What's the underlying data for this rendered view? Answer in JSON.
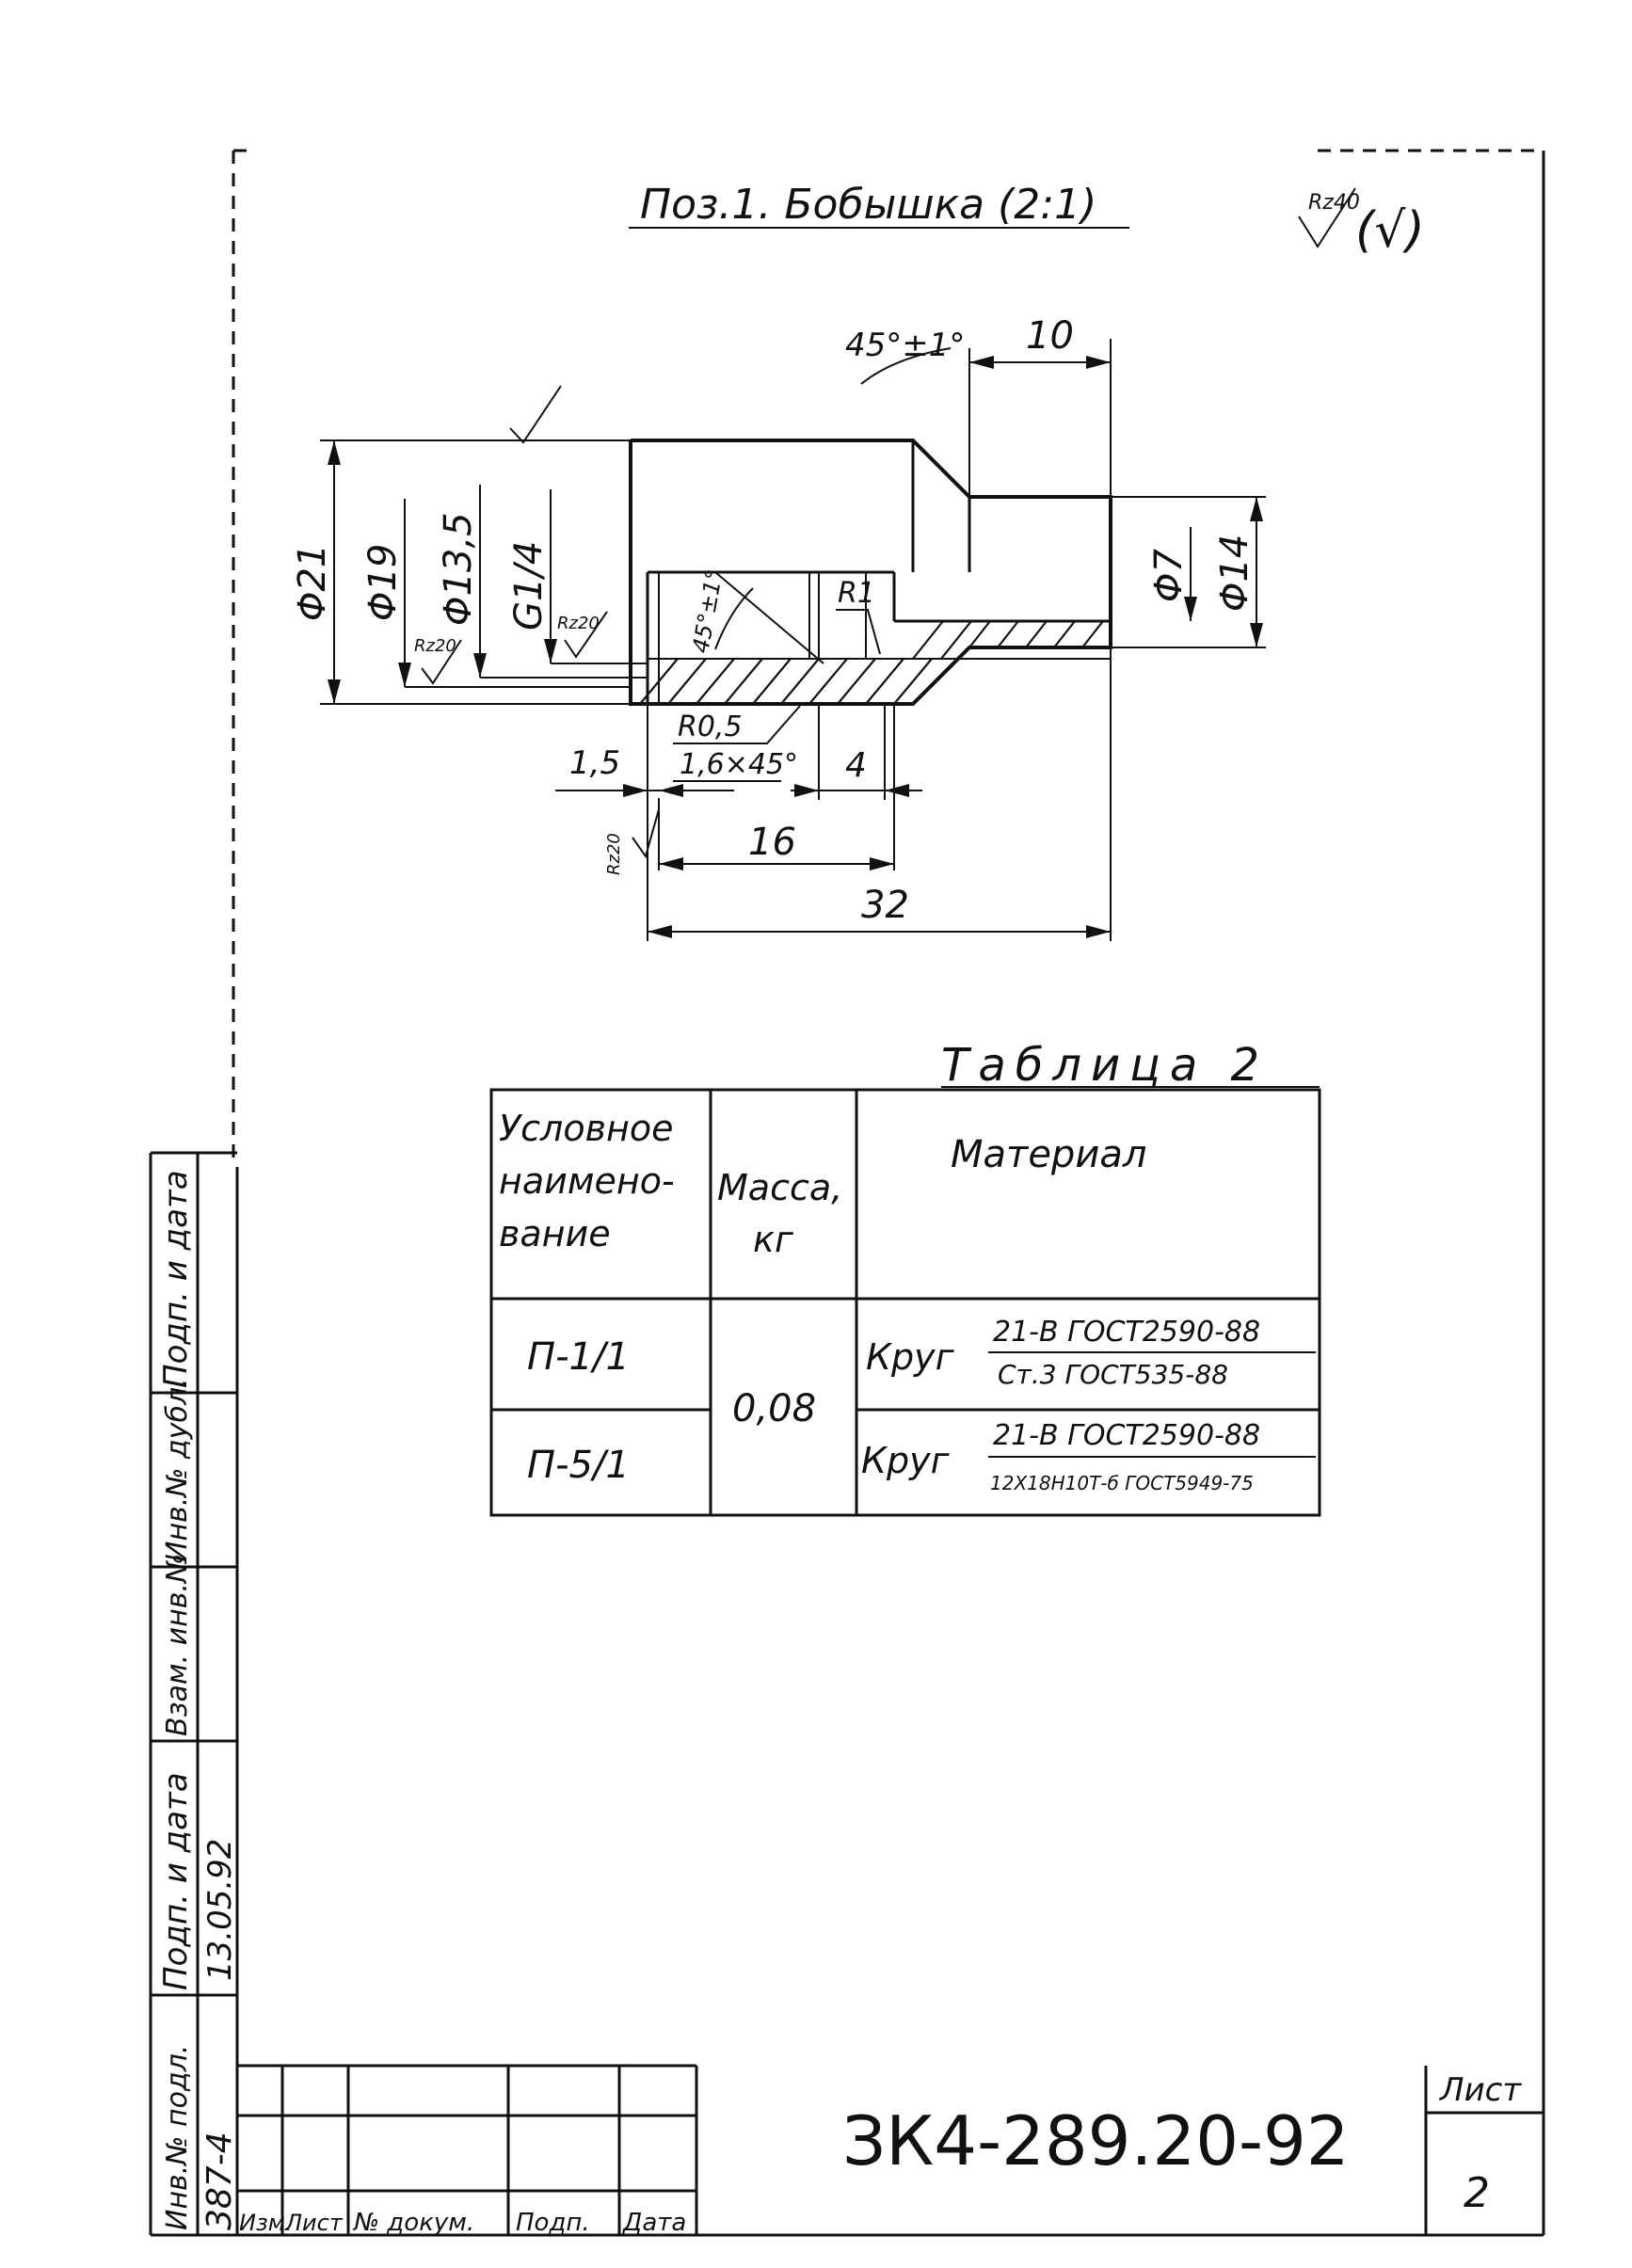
{
  "title": "Поз.1. Бобышка (2:1)",
  "roughness_general": {
    "value": "Rz40",
    "bracket": "(√)"
  },
  "drawing": {
    "dims": {
      "angle_top": "45°±1°",
      "len_10": "10",
      "d21": "Φ21",
      "d19": "Φ19",
      "d13_5": "Φ13,5",
      "g14": "G1/4",
      "rz20_a": "Rz20",
      "rz20_b": "Rz20",
      "rz20_c": "Rz20",
      "angle_inner": "45°±1°",
      "r1": "R1",
      "d7": "Φ7",
      "d14": "Φ14",
      "r05": "R0,5",
      "len_1_5": "1,5",
      "chamfer": "1,6×45°",
      "len_4": "4",
      "len_16": "16",
      "len_32": "32"
    }
  },
  "table": {
    "caption": "Таблица 2",
    "headers": {
      "name": [
        "Условное",
        "наимено-",
        "вание"
      ],
      "mass": [
        "Масса,",
        "кг"
      ],
      "material": "Материал"
    },
    "rows": [
      {
        "name": "П-1/1",
        "prefix": "Круг",
        "mat_top": "21-В ГОСТ2590-88",
        "mat_bottom": "Ст.3 ГОСТ535-88"
      },
      {
        "name": "П-5/1",
        "prefix": "Круг",
        "mat_top": "21-В ГОСТ2590-88",
        "mat_bottom": "12Х18Н10Т-б ГОСТ5949-75"
      }
    ],
    "mass_value": "0,08"
  },
  "side_stamp": {
    "labels": [
      "Подп. и дата",
      "Инв.№ дубл.",
      "Взам. инв.№",
      "Подп. и дата",
      "Инв.№ подл."
    ],
    "inv_value": "387-4",
    "date_value": "13.05.92"
  },
  "title_block": {
    "columns": [
      "Изм.",
      "Лист",
      "№ докум.",
      "Подп.",
      "Дата"
    ],
    "doc_number": "ЗК4-289.20-92",
    "sheet_label": "Лист",
    "sheet_number": "2"
  }
}
